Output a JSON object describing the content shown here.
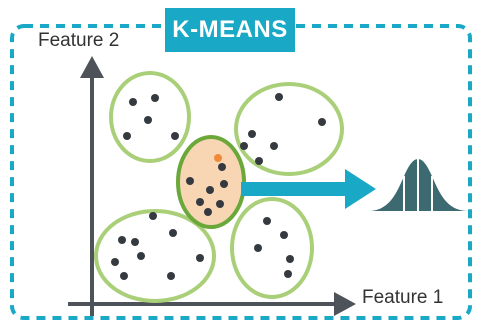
{
  "title": "K-MEANS",
  "axes": {
    "x_label": "Feature 1",
    "y_label": "Feature 2"
  },
  "colors": {
    "frame": "#19a9c6",
    "title_background": "#19a9c6",
    "title_text": "#ffffff",
    "axis": "#4d5358",
    "cluster_outline": "#a9cf78",
    "highlight_outline": "#6aa83a",
    "highlight_fill": "#f8d6b3",
    "point": "#353a40",
    "point_highlight": "#f08a3a",
    "arrow": "#19a9c6",
    "distribution": "#3d6a70"
  },
  "icons": {
    "arrow": "right-arrow-icon",
    "distribution": "bell-curve-icon"
  }
}
